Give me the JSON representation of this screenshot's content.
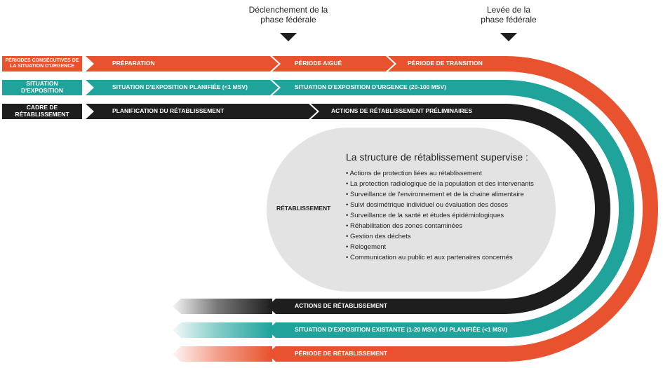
{
  "header": {
    "trigger_line1": "Déclenchement de la",
    "trigger_line2": "phase fédérale",
    "lift_line1": "Levée de la",
    "lift_line2": "phase fédérale"
  },
  "row_labels": {
    "periods": "Périodes consécutives de la situation d'urgence",
    "exposure": "Situation d'exposition",
    "framework": "Cadre de rétablissement"
  },
  "top_lanes": {
    "orange": [
      "Préparation",
      "Période aiguë",
      "Période de transition"
    ],
    "teal": [
      "Situation d'exposition planifiée (<1 mSv)",
      "Situation d'exposition d'urgence (20-100 mSv)"
    ],
    "black": [
      "Planification du rétablissement",
      "Actions de rétablissement préliminaires"
    ]
  },
  "bottom_lanes": {
    "black": "Actions de rétablissement",
    "teal": "Situation d'exposition existante (1-20 mSv) ou planifiée (<1 mSv)",
    "orange": "Période de rétablissement"
  },
  "center": {
    "label": "Rétablissement",
    "title": "La structure de rétablissement supervise :",
    "items": [
      "Actions de protection liées au rétablissement",
      "La protection radiologique de la population et des intervenants",
      "Surveillance de l'environnement et de la chaine alimentaire",
      "Suivi dosimétrique individuel ou évaluation des doses",
      "Surveillance de la santé et études épidémiologiques",
      "Réhabilitation des zones contaminées",
      "Gestion des déchets",
      "Relogement",
      "Communication au public et aux partenaires concernés"
    ]
  },
  "colors": {
    "orange": "#e8522e",
    "teal": "#1fa39a",
    "black": "#1e1e1e",
    "gray": "#e3e3e3",
    "marker": "#1e1e1e"
  }
}
